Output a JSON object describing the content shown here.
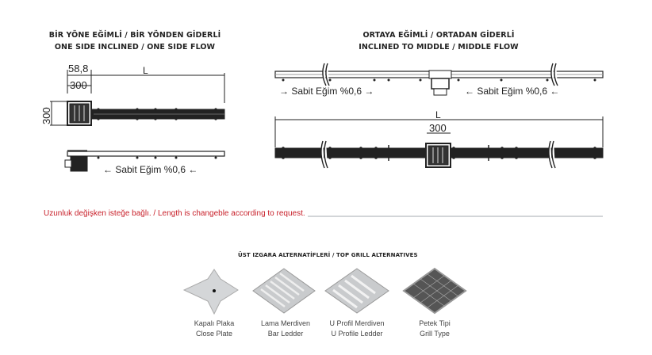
{
  "left_section": {
    "title_tr": "BİR YÖNE EĞİMLİ / BİR YÖNDEN GİDERLİ",
    "title_en": "ONE SIDE INCLINED / ONE SIDE FLOW",
    "dim_offset": "58,8",
    "dim_length": "L",
    "dim_width": "300",
    "dim_height": "300",
    "slope_label": "← Sabit Eğim %0,6 ←"
  },
  "right_section": {
    "title_tr": "ORTAYA EĞİMLİ / ORTADAN GİDERLİ",
    "title_en": "INCLINED TO MIDDLE / MIDDLE FLOW",
    "slope_left": "→ Sabit Eğim %0,6 →",
    "slope_right": "← Sabit Eğim %0,6 ←",
    "dim_length": "L",
    "dim_width": "300"
  },
  "note": "Uzunluk değişken isteğe bağlı.  / Length is changeble according to request.",
  "grills": {
    "title": "ÜST IZGARA ALTERNATİFLERİ / TOP GRILL ALTERNATIVES",
    "items": [
      {
        "tr": "Kapalı Plaka",
        "en": "Close Plate"
      },
      {
        "tr": "Lama Merdiven",
        "en": "Bar Ledder"
      },
      {
        "tr": "U Profil Merdiven",
        "en": "U Profile Ledder"
      },
      {
        "tr": "Petek Tipi",
        "en": "Grill Type"
      }
    ]
  },
  "colors": {
    "note": "#c8202a",
    "line": "#222222",
    "rule": "#b8bcc0"
  }
}
